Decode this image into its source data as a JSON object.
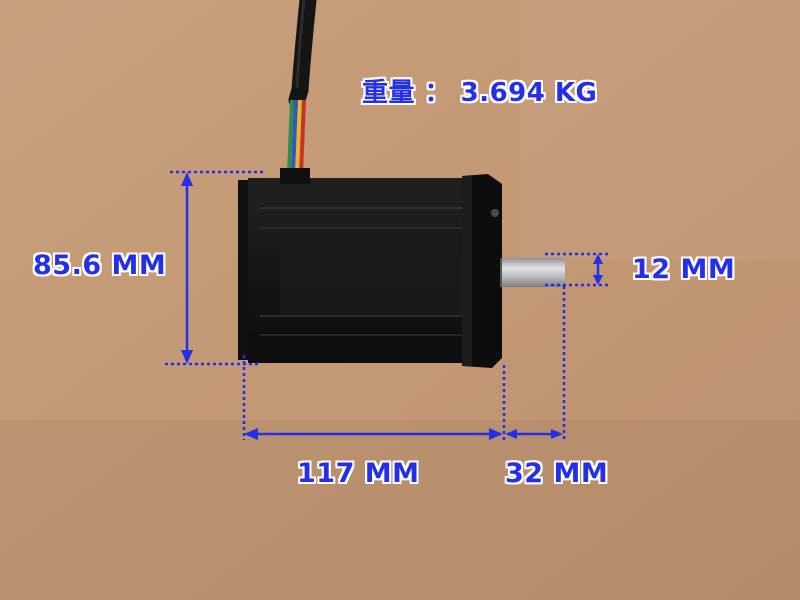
{
  "weight": {
    "label": "重量 ： 3.694 KG"
  },
  "dimensions": {
    "body_height": "85.6 MM",
    "body_length": "117 MM",
    "shaft_length": "32 MM",
    "shaft_diameter": "12 MM"
  },
  "colors": {
    "background": "#c49a77",
    "motor": "#141414",
    "shaft": "#b9babd",
    "annotation": "#2430e8",
    "cable": "#151515",
    "wire_red": "#c8322a",
    "wire_yellow": "#e2b72e",
    "wire_blue": "#2f58c6",
    "wire_green": "#2e8d4d"
  }
}
